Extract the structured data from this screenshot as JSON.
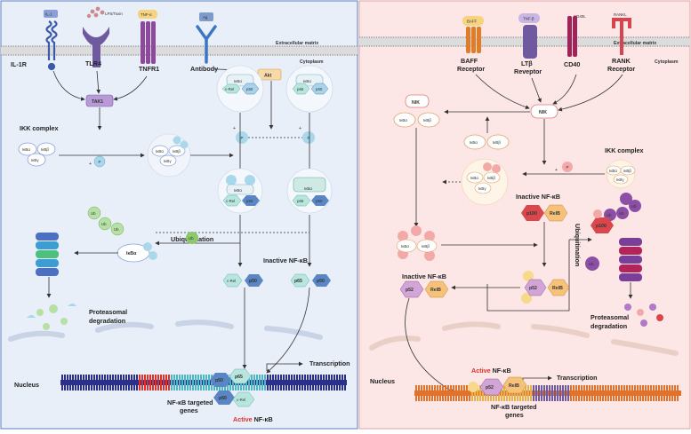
{
  "left": {
    "extracellular": "Extracellular matrix",
    "cytoplasm": "Cytoplasm",
    "nucleus": "Nucleus",
    "ligands": {
      "il1": "IL-1",
      "lps": "LPS/Toxin",
      "tnfa": "TNF-α",
      "ag": "Ag"
    },
    "receptors": {
      "il1r": "IL-1R",
      "tlr4": "TLR4",
      "tnfr1": "TNFR1",
      "antibody": "Antibody"
    },
    "akt": "Akt",
    "tak1": "TAK1",
    "ikk_complex": "IKK complex",
    "ikba": "IκBα",
    "ikbb": "IκBβ",
    "ikbg": "IκBγ",
    "crel": "c-Rel",
    "p50": "p50",
    "p65": "p65",
    "p": "P",
    "plus": "+",
    "ub": "Ub",
    "ubiquitination": "Ubiquitination",
    "inactive_nfkb": "Inactive NF-κB",
    "proteasomal": "Proteasomal",
    "degradation": "degradation",
    "transcription": "Transcription",
    "targeted_genes_1": "NF-κB targeted",
    "targeted_genes_2": "genes",
    "active_word": "Active",
    "nfkb_word": "NF-κB"
  },
  "right": {
    "extracellular": "Extracellular matrix",
    "cytoplasm": "Cytoplasm",
    "nucleus": "Nucleus",
    "ligands": {
      "baff": "BAFF",
      "tnfb": "TNF-β",
      "cd40l": "CD40L",
      "rankl": "RANKL"
    },
    "receptors": {
      "baff_1": "BAFF",
      "baff_2": "Receptor",
      "ltb_1": "LTβ",
      "ltb_2": "Reveptor",
      "cd40": "CD40",
      "rank_1": "RANK",
      "rank_2": "Receptor"
    },
    "nik": "NIK",
    "ikba": "IκBα",
    "ikbb": "IκBβ",
    "ikbg": "IκBγ",
    "ikk_complex": "IKK complex",
    "inactive_nfkb": "Inactive NF-κB",
    "p100": "p100",
    "relb": "RelB",
    "p52": "p52",
    "p": "P",
    "plus": "+",
    "ub": "Ub",
    "ubiquitination": "Ubiquitination",
    "proteasomal": "Proteasomal",
    "degradation": "degradation",
    "transcription": "Transcription",
    "targeted_genes_1": "NF-κB targeted",
    "targeted_genes_2": "genes",
    "active_word": "Active",
    "nfkb_word": "NF-κB"
  },
  "colors": {
    "left_bg": "#e9eff9",
    "right_bg": "#fce6e6",
    "active_red": "#e0302a",
    "teal": "#7fd0c7",
    "blue_p50": "#5a86c5",
    "orange": "#f6c27a",
    "pink": "#f1a9a9",
    "purple": "#b98cc4",
    "green_ub": "#8cc96b"
  }
}
